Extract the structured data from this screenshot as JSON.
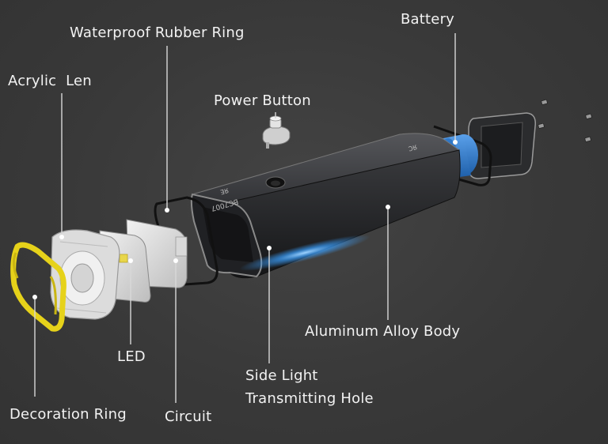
{
  "labels": {
    "waterproof_ring": "Waterproof Rubber Ring",
    "battery": "Battery",
    "acrylic_len": "Acrylic  Len",
    "power_button": "Power Button",
    "aluminum_body": "Aluminum Alloy Body",
    "led": "LED",
    "side_light_line1": "Side Light",
    "side_light_line2": "Transmitting Hole",
    "decoration_ring": "Decoration Ring",
    "circuit": "Circuit"
  },
  "body_text": {
    "model": "BC7007",
    "mark": "ЯE",
    "end_mark": "ЯC"
  },
  "colors": {
    "background": "#3a3a3a",
    "leader_line": "#d8d8d8",
    "label_text": "#f2f2f2",
    "body": "#2a2a2c",
    "battery_blue": "#2f78c8",
    "decoration_yellow": "#e6d21a",
    "glow_blue": "#3aa0ff"
  }
}
